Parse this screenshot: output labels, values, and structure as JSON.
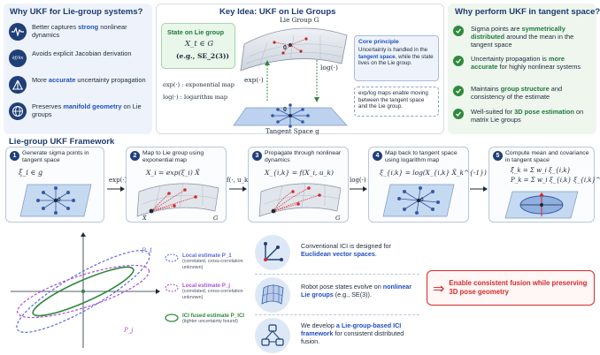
{
  "left_panel": {
    "title": "Why UKF for Lie-group systems?",
    "items": [
      {
        "icon": "wave-icon",
        "pre": "Better captures ",
        "hl": "strong",
        "post": " nonlinear dynamics"
      },
      {
        "icon": "jacobian-icon",
        "pre": "Avoids explicit Jacobian derivation",
        "hl": "",
        "post": ""
      },
      {
        "icon": "spread-icon",
        "pre": "More ",
        "hl": "accurate",
        "post": " uncertainty propagation"
      },
      {
        "icon": "globe-icon",
        "pre": "Preserves ",
        "hl": "manifold geometry",
        "post": " on Lie groups"
      }
    ],
    "jacobian_glyph": "∂f/∂x"
  },
  "middle_panel": {
    "title": "Key Idea: UKF on Lie Groups",
    "state_box": {
      "title": "State on Lie group",
      "line1": "X_t ∈ G",
      "line2": "(e.g., SE_2(3))"
    },
    "lie_group_label": "Lie Group G",
    "tangent_label": "Tangent Space g",
    "exp_label": "exp(·)",
    "log_label": "log(·)",
    "exp_desc": "exp(·) : exponential map",
    "log_desc": "log(·) : logarithm map",
    "core": {
      "title": "Core principle",
      "pre": "Uncertainty is handled in the ",
      "hl": "tangent space",
      "post": ", while the state lives on the Lie group."
    },
    "maps_note": "exp/log maps enable moving between the tangent space and the Lie group.",
    "origin_label": "0"
  },
  "right_panel": {
    "title": "Why perform UKF in tangent space?",
    "items": [
      {
        "pre": "Sigma points are ",
        "hl": "symmetrically distributed",
        "post": " around the mean in the tangent space"
      },
      {
        "pre": "Uncertainty propagation is ",
        "hl": "more accurate",
        "post": " for highly nonlinear systems"
      },
      {
        "pre": "Maintains ",
        "hl": "group structure",
        "post": " and consistency of the estimate"
      },
      {
        "pre": "Well-suited for ",
        "hl": "3D pose estimation",
        "post": " on matrix Lie groups"
      }
    ]
  },
  "framework": {
    "title": "Lie-group UKF Framework",
    "steps": [
      {
        "num": "1",
        "title": "Generate sigma points in tangent space",
        "eq": "ξ_i ∈ g"
      },
      {
        "num": "2",
        "title": "Map to Lie group using exponential map",
        "eq": "X_i = exp(ξ_i) X̂"
      },
      {
        "num": "3",
        "title": "Propagate through nonlinear dynamics",
        "eq": "X_{i,k} = f(X_i, u_k)"
      },
      {
        "num": "4",
        "title": "Map back to tangent space using logarithm map",
        "eq": "ξ_{i,k} = log(X_{i,k} X̂_k^{-1})"
      },
      {
        "num": "5",
        "title": "Compute mean and covariance in tangent space",
        "eq": "ξ̂_k = Σ w_i ξ_{i,k}",
        "eq2": "P_k = Σ w_i ξ_{i,k} ξ_{i,k}^T"
      }
    ],
    "arrows": [
      "exp(·)",
      "f(·, u_k)",
      "log(·)",
      ""
    ],
    "g_label": "G",
    "xhat_label": "X̂",
    "zero_label": "0"
  },
  "ellipse_panel": {
    "p1_label": "P_1",
    "pj_label": "P_j",
    "legend": [
      {
        "title": "Local estimate P_1",
        "sub": "(correlated, cross-correlation unknown)",
        "color": "#5b6be0"
      },
      {
        "title": "Local estimate P_j",
        "sub": "(correlated, cross-correlation unknown)",
        "color": "#b04ed6"
      },
      {
        "title": "ICI fused estimate P_ICI",
        "sub": "(tighter uncertainty bound)",
        "color": "#2f8a3c"
      }
    ]
  },
  "ici_panel": {
    "items": [
      {
        "pre": "Conventional ICI is designed for ",
        "hl": "Euclidean vector spaces",
        "post": "."
      },
      {
        "pre": "Robot pose states evolve on ",
        "hl": "nonlinear Lie groups",
        "post": " (e.g., SE(3))."
      },
      {
        "pre": "We develop ",
        "hl": "a Lie-group-based ICI framework",
        "post": " for consistent distributed fusion."
      }
    ]
  },
  "callout": {
    "arrow": "⇒",
    "text": "Enable consistent fusion while preserving 3D pose geometry"
  },
  "colors": {
    "navy": "#1f3f78",
    "green": "#2f8a3c",
    "red": "#d62a2a",
    "blue_hl": "#1f4fbf"
  }
}
